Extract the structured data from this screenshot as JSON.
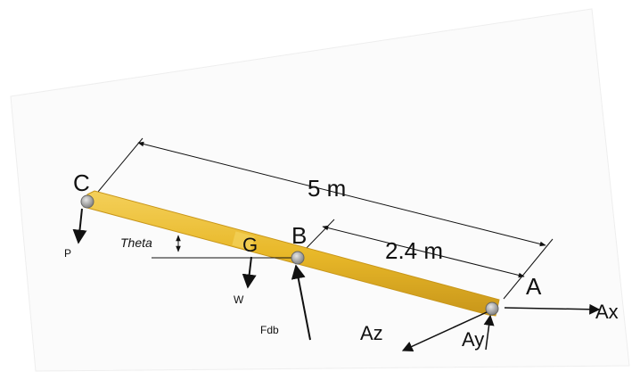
{
  "diagram": {
    "points": {
      "C": "C",
      "B": "B",
      "G": "G",
      "A": "A"
    },
    "forces": {
      "P": "P",
      "W": "W",
      "Fdb": "Fdb",
      "Ax": "Ax",
      "Ay": "Ay",
      "Az": "Az"
    },
    "angle_label": "Theta",
    "dimensions": {
      "total": "5 m",
      "partial": "2.4 m"
    },
    "colors": {
      "beam": "#e8b829",
      "beam_edge": "#c8961a",
      "joint": "#9a9a9a",
      "line": "#111111"
    }
  }
}
